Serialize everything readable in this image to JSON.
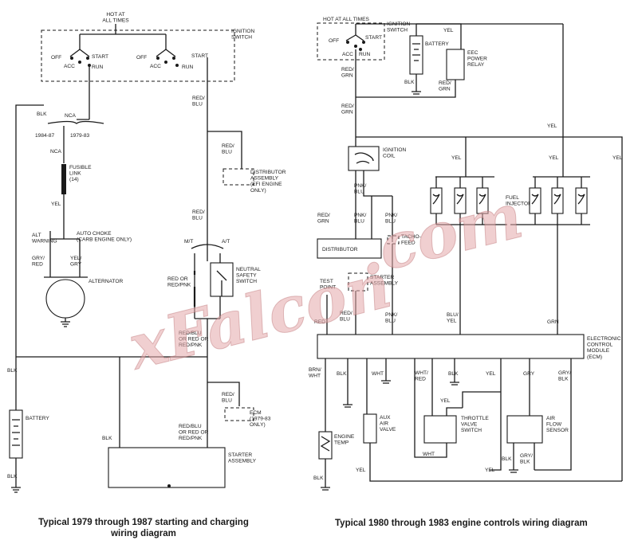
{
  "left_diagram": {
    "hot_at_all_times": "HOT AT\nALL TIMES",
    "ignition_switch": "IGNITION\nSWITCH",
    "off": "OFF",
    "acc": "ACC",
    "start": "START",
    "run": "RUN",
    "blk": "BLK",
    "nca": "NCA",
    "year_a": "1984-87",
    "year_b": "1979-83",
    "fusible_link": "FUSIBLE\nLINK\n(14)",
    "yel": "YEL",
    "alt_warning": "ALT\nWARNING",
    "auto_choke": "AUTO CHOKE\n(CARB ENGINE ONLY)",
    "gry_red": "GRY/\nRED",
    "yel_gry": "YEL/\nGRY",
    "alternator": "ALTERNATOR",
    "red_blu": "RED/\nBLU",
    "distributor_assembly": "DISTRIBUTOR\nASSEMBLY\n(EFI ENGINE\nONLY)",
    "mt": "M/T",
    "at": "A/T",
    "red_or_red_pnk": "RED OR\nRED/PNK",
    "neutral_safety_switch": "NEUTRAL\nSAFETY\nSWITCH",
    "red_blu_or_red_or_red_pnk": "RED/BLU\nOR RED OR\nRED/PNK",
    "ecm_note": "ECM\n(1979-83\nONLY)",
    "battery": "BATTERY",
    "starter_assembly": "STARTER\nASSEMBLY",
    "caption": "Typical 1979 through 1987 starting and charging\nwiring diagram"
  },
  "right_diagram": {
    "hot_at_all_times": "HOT AT ALL TIMES",
    "ignition_switch": "IGNITION\nSWITCH",
    "off": "OFF",
    "acc": "ACC",
    "start": "START",
    "run": "RUN",
    "battery": "BATTERY",
    "yel": "YEL",
    "eec_power_relay": "EEC\nPOWER\nRELAY",
    "blk": "BLK",
    "red_grn": "RED/\nGRN",
    "ignition_coil": "IGNITION\nCOIL",
    "pnk_blu": "PNK/\nBLU",
    "fuel_injectors": "FUEL\nINJECTORS",
    "distributor": "DISTRIBUTOR",
    "tacho_feed": "TACHO-\nFEED",
    "starter_assembly": "STARTER\nASSEMBLY",
    "test_point": "TEST\nPOINT",
    "red": "RED",
    "red_blu": "RED/\nBLU",
    "blu_yel": "BLU/\nYEL",
    "grn": "GRN",
    "ecm": "ELECTRONIC\nCONTROL\nMODULE\n(ECM)",
    "brn_wht": "BRN/\nWHT",
    "wht": "WHT",
    "wht_red": "WHT/\nRED",
    "gry": "GRY",
    "gry_blk": "GRY/\nBLK",
    "aux_air_valve": "AUX\nAIR\nVALVE",
    "throttle_valve_switch": "THROTTLE\nVALVE\nSWITCH",
    "air_flow_sensor": "AIR\nFLOW\nSENSOR",
    "engine_temp": "ENGINE\nTEMP",
    "caption": "Typical 1980 through 1983 engine controls wiring diagram"
  },
  "watermark": {
    "text_a": "xFalcon",
    "text_b": ".com"
  }
}
